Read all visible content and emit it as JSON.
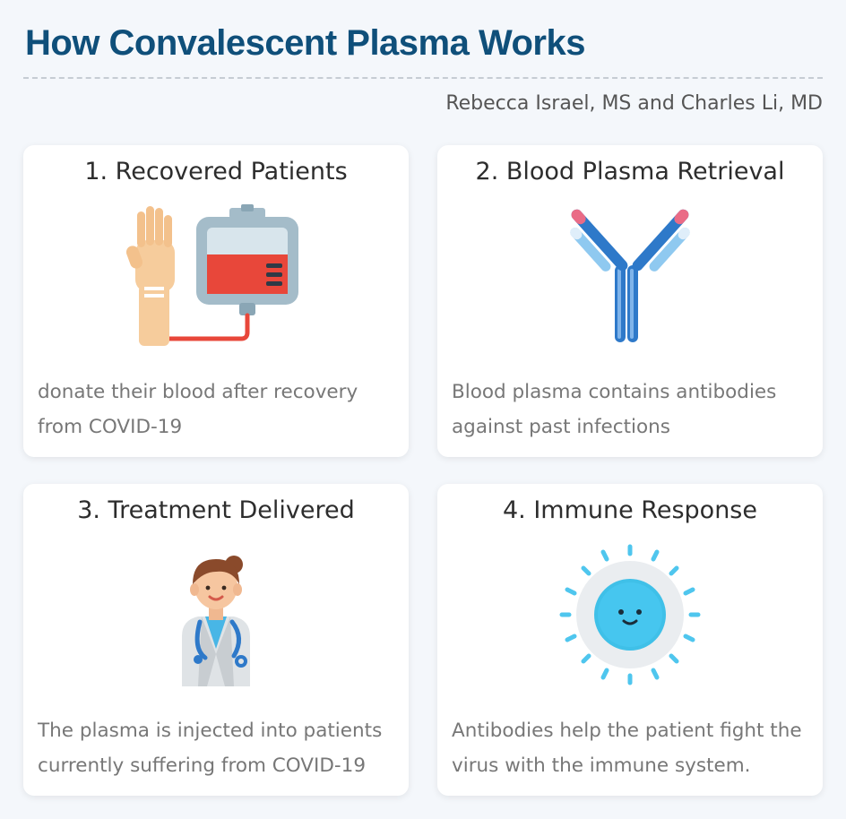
{
  "header": {
    "title": "How Convalescent Plasma Works",
    "byline": "Rebecca Israel, MS and Charles Li, MD"
  },
  "steps": [
    {
      "title": "1. Recovered Patients",
      "text": "donate their blood after recovery from COVID-19",
      "icon": "blood-donation-icon"
    },
    {
      "title": "2. Blood Plasma Retrieval",
      "text": "Blood plasma contains antibodies against past infections",
      "icon": "antibody-icon"
    },
    {
      "title": "3. Treatment Delivered",
      "text": "The plasma is injected into patients currently suffering from COVID-19",
      "icon": "doctor-icon"
    },
    {
      "title": "4. Immune Response",
      "text": "Antibodies help the patient fight the virus with the immune system.",
      "icon": "virus-icon"
    }
  ],
  "colors": {
    "title": "#0f4f7a",
    "blood": "#e8473a",
    "antibody_blue": "#2e79c9",
    "antibody_pink": "#ea6b86",
    "virus": "#3fc0e8"
  }
}
